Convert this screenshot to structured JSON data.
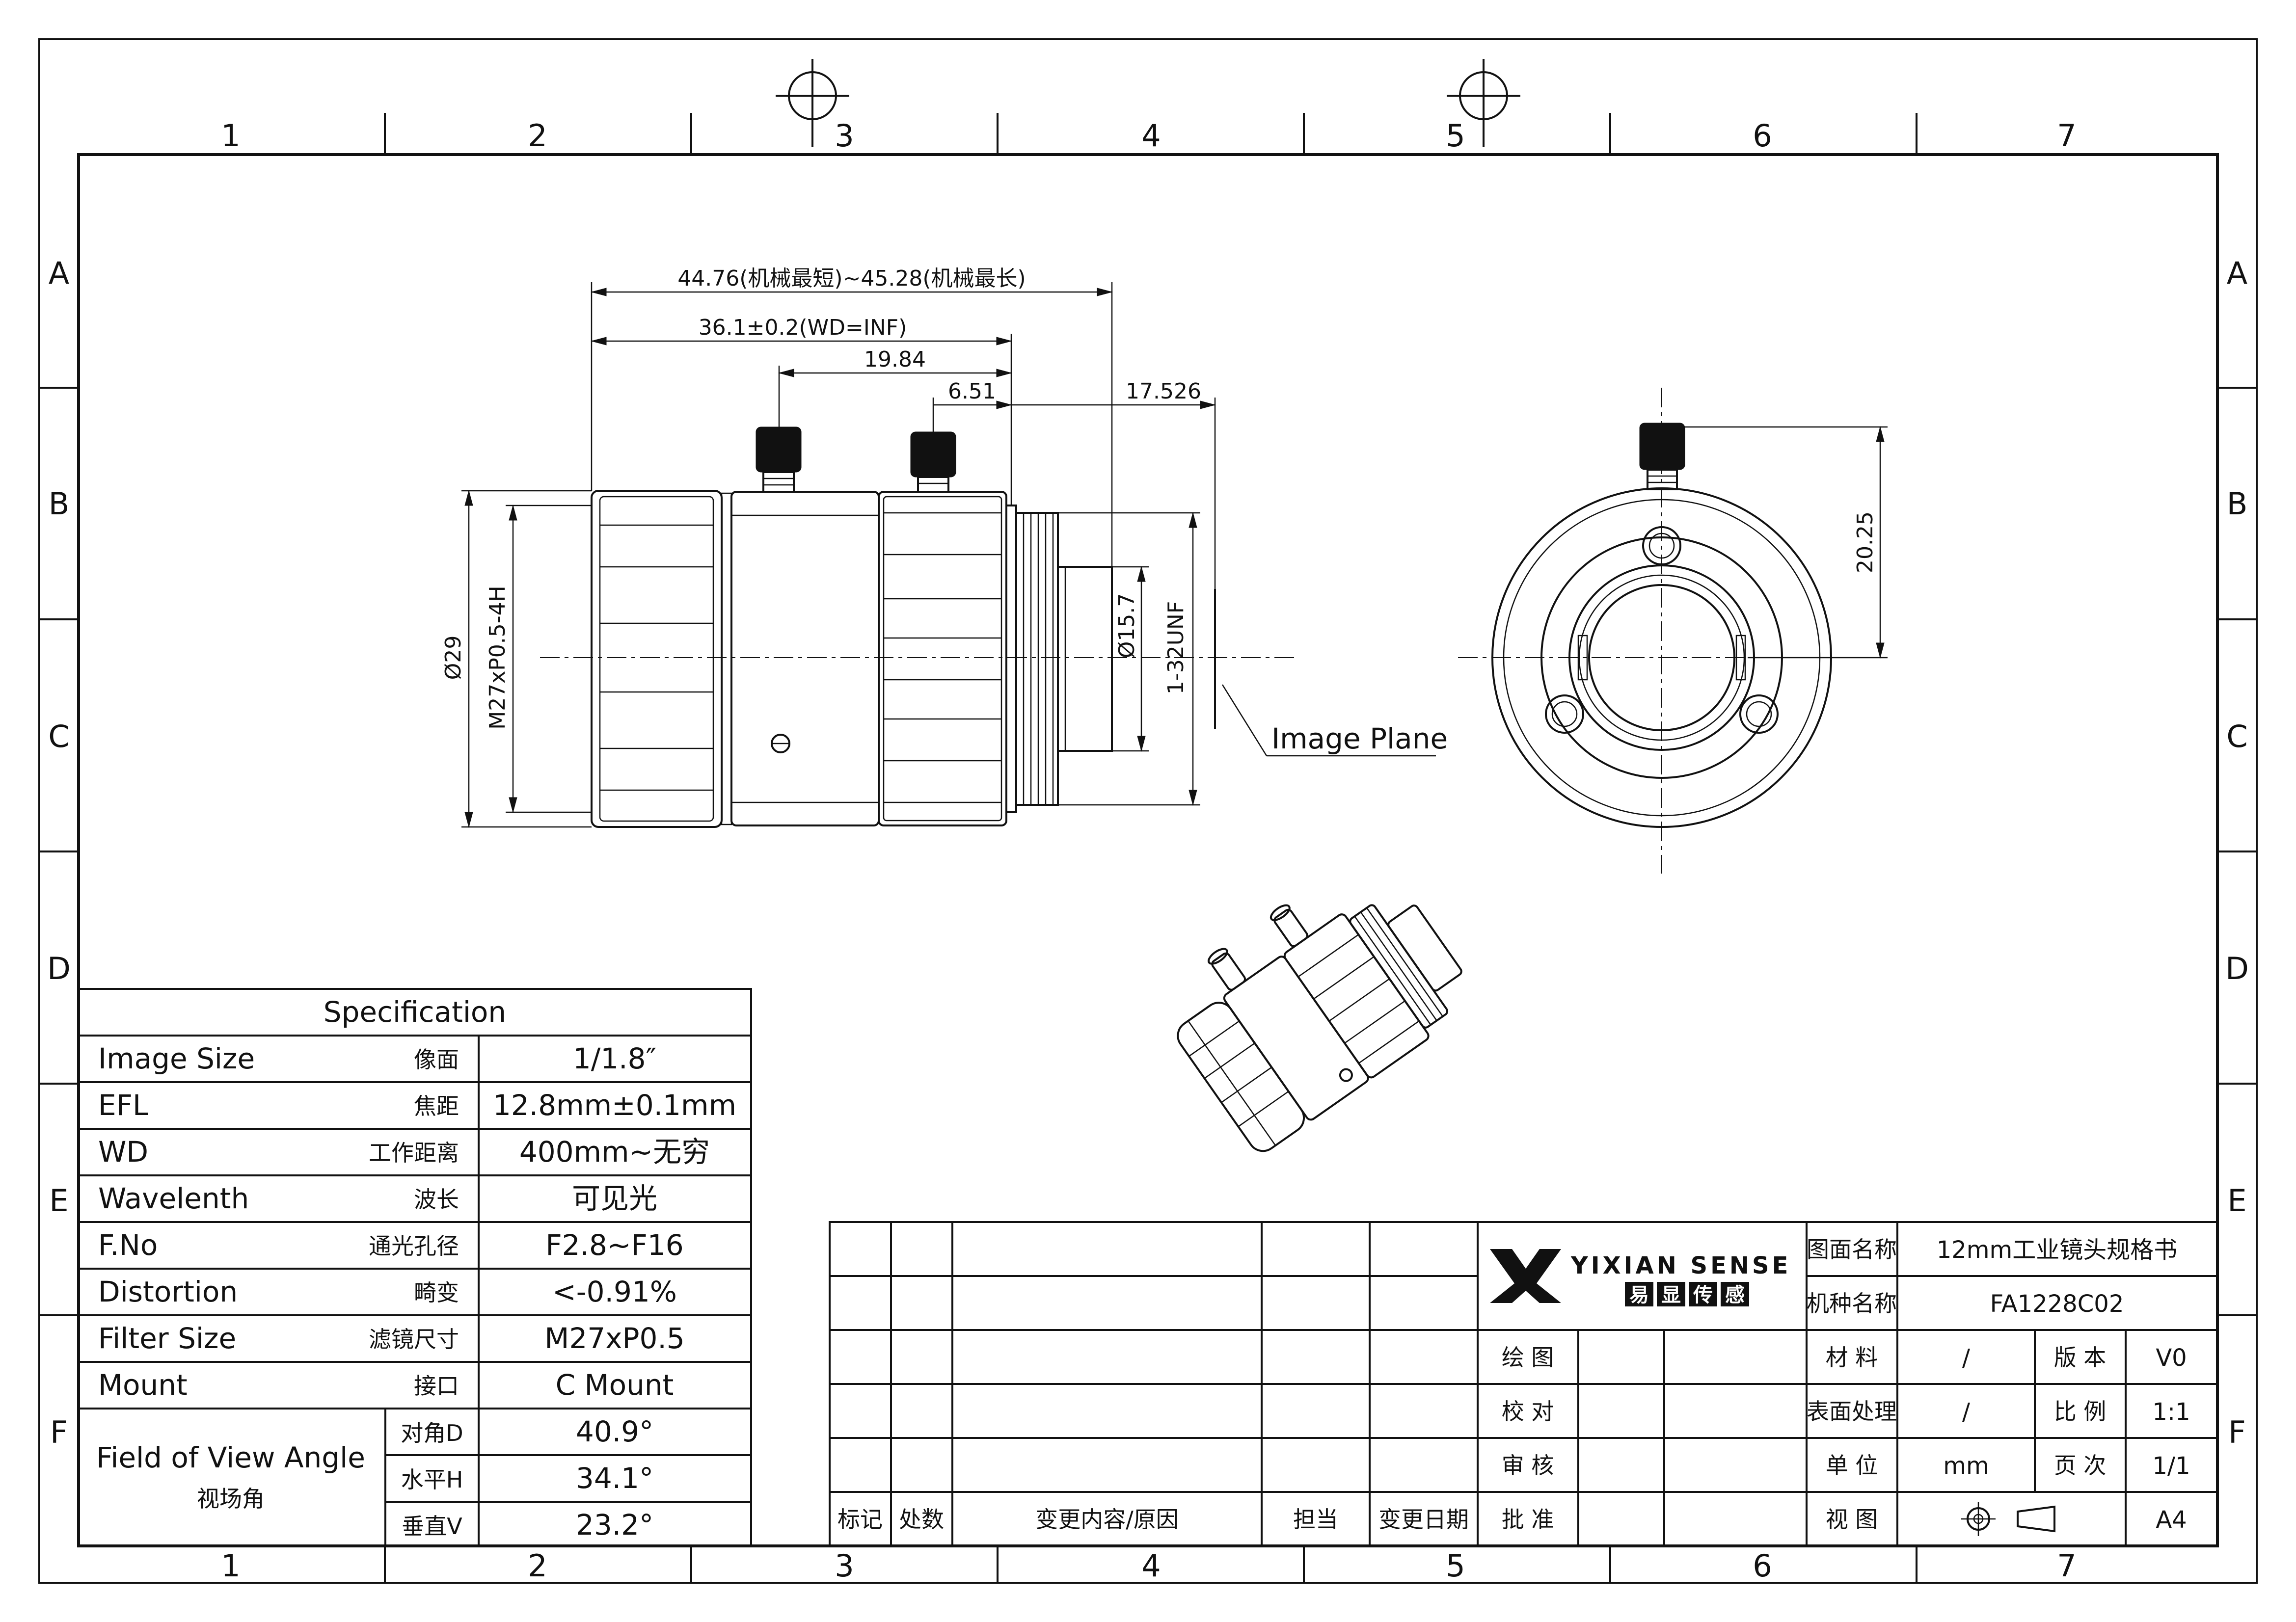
{
  "zones": {
    "columns": [
      "1",
      "2",
      "3",
      "4",
      "5",
      "6",
      "7"
    ],
    "rows": [
      "A",
      "B",
      "C",
      "D",
      "E",
      "F"
    ]
  },
  "dimensions": {
    "overall_length": "44.76(机械最短)~45.28(机械最长)",
    "length_wd_inf": "36.1±0.2(WD=INF)",
    "screw_spacing": "19.84",
    "screw_offset": "6.51",
    "flange_back": "17.526",
    "outer_diameter": "Ø29",
    "front_thread": "M27xP0.5-4H",
    "mount_diameter": "Ø15.7",
    "mount_thread": "1-32UNF",
    "image_plane": "Image Plane",
    "screw_height": "20.25"
  },
  "spec": {
    "title": "Specification",
    "rows": [
      {
        "label": "Image Size",
        "cn": "像面",
        "value": "1/1.8″"
      },
      {
        "label": "EFL",
        "cn": "焦距",
        "value": "12.8mm±0.1mm"
      },
      {
        "label": "WD",
        "cn": "工作距离",
        "value": "400mm~无穷"
      },
      {
        "label": "Wavelenth",
        "cn": "波长",
        "value": "可见光"
      },
      {
        "label": "F.No",
        "cn": "通光孔径",
        "value": "F2.8~F16"
      },
      {
        "label": "Distortion",
        "cn": "畸变",
        "value": "<-0.91%"
      },
      {
        "label": "Filter Size",
        "cn": "滤镜尺寸",
        "value": "M27xP0.5"
      },
      {
        "label": "Mount",
        "cn": "接口",
        "value": "C Mount"
      }
    ],
    "fov": {
      "label": "Field of View Angle",
      "cn": "视场角",
      "rows": [
        {
          "label": "对角D",
          "value": "40.9°"
        },
        {
          "label": "水平H",
          "value": "34.1°"
        },
        {
          "label": "垂直V",
          "value": "23.2°"
        }
      ]
    }
  },
  "title_block": {
    "brand": "YIXIAN SENSE",
    "brand_cn": [
      "易",
      "显",
      "传",
      "感"
    ],
    "revision_headers": [
      "标记",
      "处数",
      "变更内容/原因",
      "担当",
      "变更日期"
    ],
    "approval_labels": [
      "绘 图",
      "校 对",
      "审 核",
      "批 准"
    ],
    "drawing_name_label": "图面名称",
    "drawing_name": "12mm工业镜头规格书",
    "model_label": "机种名称",
    "model": "FA1228C02",
    "material_label": "材 料",
    "material": "/",
    "version_label": "版 本",
    "version": "V0",
    "surface_label": "表面处理",
    "surface": "/",
    "scale_label": "比 例",
    "scale": "1:1",
    "unit_label": "单 位",
    "unit": "mm",
    "page_label": "页 次",
    "page": "1/1",
    "view_label": "视 图",
    "paper": "A4"
  }
}
